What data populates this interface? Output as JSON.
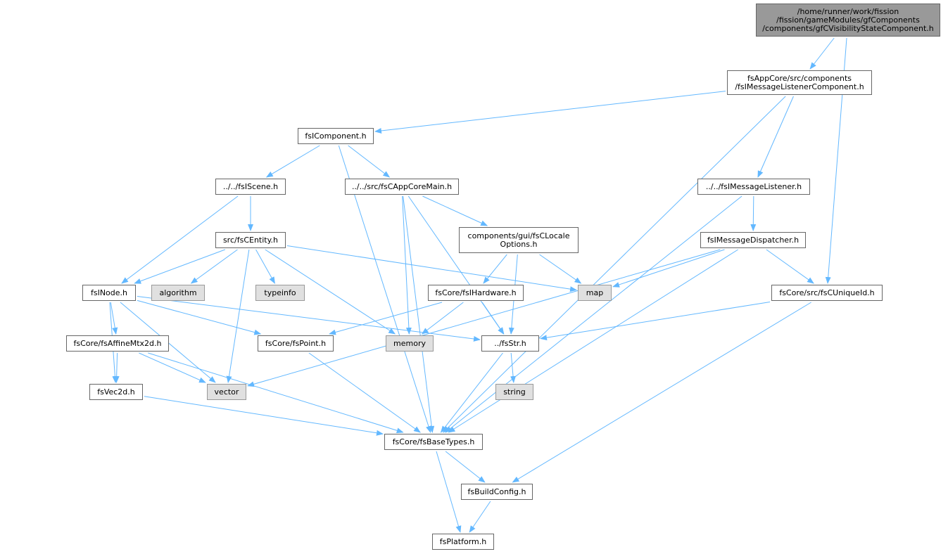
{
  "colors": {
    "edge": "#63b8ff",
    "border": "#666666",
    "system_fill": "#e0e0e0",
    "root_fill": "#999999"
  },
  "nodes": [
    {
      "id": "root",
      "lines": [
        "/home/runner/work/fission",
        "/fission/gameModules/gfComponents",
        "/components/gfCVisibilityStateComponent.h"
      ],
      "kind": "root"
    },
    {
      "id": "msglc",
      "lines": [
        "fsAppCore/src/components",
        "/fsIMessageListenerComponent.h"
      ],
      "kind": "normal"
    },
    {
      "id": "icomp",
      "lines": [
        "fsIComponent.h"
      ],
      "kind": "normal"
    },
    {
      "id": "iscene",
      "lines": [
        "../../fsIScene.h"
      ],
      "kind": "normal"
    },
    {
      "id": "appcore",
      "lines": [
        "../../src/fsCAppCoreMain.h"
      ],
      "kind": "normal"
    },
    {
      "id": "imsgl",
      "lines": [
        "../../fsIMessageListener.h"
      ],
      "kind": "normal"
    },
    {
      "id": "centity",
      "lines": [
        "src/fsCEntity.h"
      ],
      "kind": "normal"
    },
    {
      "id": "locale",
      "lines": [
        "components/gui/fsCLocale",
        "Options.h"
      ],
      "kind": "normal"
    },
    {
      "id": "disp",
      "lines": [
        "fsIMessageDispatcher.h"
      ],
      "kind": "normal"
    },
    {
      "id": "inode",
      "lines": [
        "fsINode.h"
      ],
      "kind": "normal"
    },
    {
      "id": "algo",
      "lines": [
        "algorithm"
      ],
      "kind": "system"
    },
    {
      "id": "typeinfo",
      "lines": [
        "typeinfo"
      ],
      "kind": "system"
    },
    {
      "id": "hw",
      "lines": [
        "fsCore/fsIHardware.h"
      ],
      "kind": "normal"
    },
    {
      "id": "map",
      "lines": [
        "map"
      ],
      "kind": "system"
    },
    {
      "id": "uid",
      "lines": [
        "fsCore/src/fsCUniqueId.h"
      ],
      "kind": "normal"
    },
    {
      "id": "affine",
      "lines": [
        "fsCore/fsAffineMtx2d.h"
      ],
      "kind": "normal"
    },
    {
      "id": "point",
      "lines": [
        "fsCore/fsPoint.h"
      ],
      "kind": "normal"
    },
    {
      "id": "memory",
      "lines": [
        "memory"
      ],
      "kind": "system"
    },
    {
      "id": "str",
      "lines": [
        "../fsStr.h"
      ],
      "kind": "normal"
    },
    {
      "id": "vec2",
      "lines": [
        "fsVec2d.h"
      ],
      "kind": "normal"
    },
    {
      "id": "vector",
      "lines": [
        "vector"
      ],
      "kind": "system"
    },
    {
      "id": "string",
      "lines": [
        "string"
      ],
      "kind": "system"
    },
    {
      "id": "base",
      "lines": [
        "fsCore/fsBaseTypes.h"
      ],
      "kind": "normal"
    },
    {
      "id": "build",
      "lines": [
        "fsBuildConfig.h"
      ],
      "kind": "normal"
    },
    {
      "id": "plat",
      "lines": [
        "fsPlatform.h"
      ],
      "kind": "normal"
    }
  ],
  "edges": [
    [
      "root",
      "msglc"
    ],
    [
      "root",
      "uid"
    ],
    [
      "msglc",
      "icomp"
    ],
    [
      "msglc",
      "imsgl"
    ],
    [
      "msglc",
      "base"
    ],
    [
      "icomp",
      "iscene"
    ],
    [
      "icomp",
      "appcore"
    ],
    [
      "icomp",
      "base"
    ],
    [
      "iscene",
      "centity"
    ],
    [
      "iscene",
      "inode"
    ],
    [
      "appcore",
      "locale"
    ],
    [
      "appcore",
      "memory"
    ],
    [
      "appcore",
      "str"
    ],
    [
      "appcore",
      "base"
    ],
    [
      "imsgl",
      "disp"
    ],
    [
      "imsgl",
      "base"
    ],
    [
      "centity",
      "inode"
    ],
    [
      "centity",
      "algo"
    ],
    [
      "centity",
      "typeinfo"
    ],
    [
      "centity",
      "map"
    ],
    [
      "centity",
      "memory"
    ],
    [
      "centity",
      "vector"
    ],
    [
      "locale",
      "hw"
    ],
    [
      "locale",
      "map"
    ],
    [
      "locale",
      "str"
    ],
    [
      "disp",
      "map"
    ],
    [
      "disp",
      "uid"
    ],
    [
      "disp",
      "vector"
    ],
    [
      "disp",
      "base"
    ],
    [
      "inode",
      "affine"
    ],
    [
      "inode",
      "point"
    ],
    [
      "inode",
      "str"
    ],
    [
      "inode",
      "vec2"
    ],
    [
      "inode",
      "vector"
    ],
    [
      "hw",
      "point"
    ],
    [
      "hw",
      "memory"
    ],
    [
      "hw",
      "str"
    ],
    [
      "uid",
      "str"
    ],
    [
      "uid",
      "build"
    ],
    [
      "affine",
      "vec2"
    ],
    [
      "affine",
      "vector"
    ],
    [
      "affine",
      "base"
    ],
    [
      "point",
      "base"
    ],
    [
      "str",
      "string"
    ],
    [
      "str",
      "base"
    ],
    [
      "vec2",
      "base"
    ],
    [
      "base",
      "build"
    ],
    [
      "base",
      "plat"
    ],
    [
      "build",
      "plat"
    ]
  ]
}
